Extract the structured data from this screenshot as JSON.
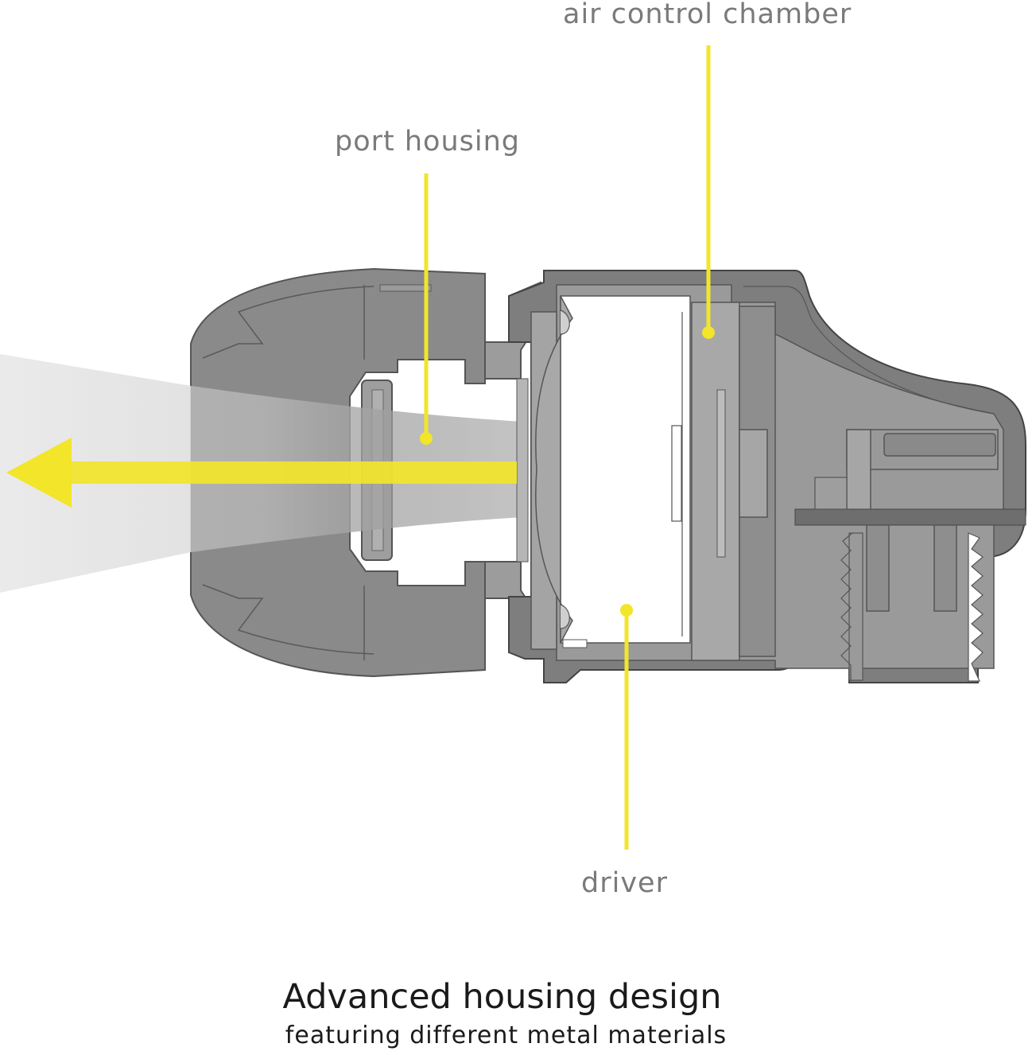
{
  "labels": {
    "air_control_chamber": "air control chamber",
    "port_housing": "port housing",
    "driver": "driver"
  },
  "caption": {
    "title": "Advanced housing design",
    "subtitle": "featuring different metal materials"
  },
  "colors": {
    "accent_yellow": "#f2e52a",
    "housing_dark": "#7a7a7a",
    "housing_mid": "#999999",
    "housing_light": "#b3b3b3",
    "label_gray": "#7a7a7a"
  }
}
